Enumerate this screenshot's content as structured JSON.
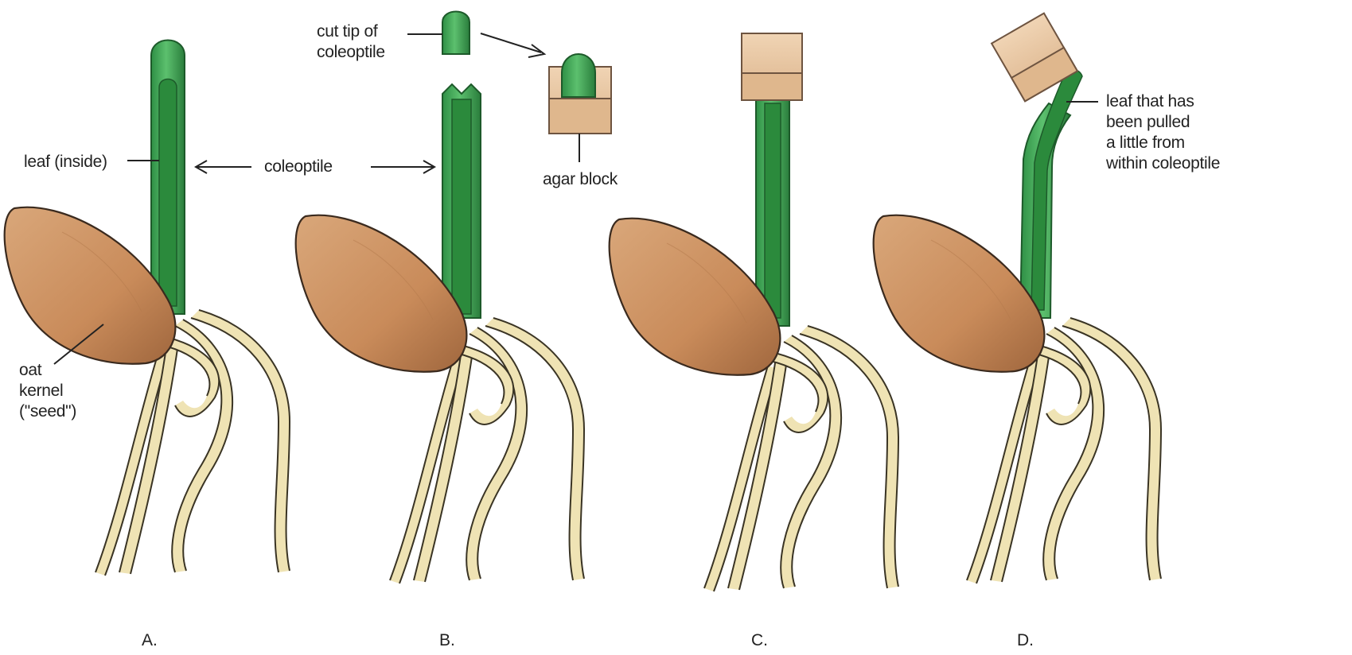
{
  "labels": {
    "leaf_inside": "leaf (inside)",
    "coleoptile": "coleoptile",
    "cut_tip_line1": "cut tip of",
    "cut_tip_line2": "coleoptile",
    "agar_block": "agar block",
    "leaf_pulled_1": "leaf that has",
    "leaf_pulled_2": "been pulled",
    "leaf_pulled_3": "a little from",
    "leaf_pulled_4": "within coleoptile",
    "oat_1": "oat",
    "oat_2": "kernel",
    "oat_3": "(\"seed\")"
  },
  "panels": {
    "a": "A.",
    "b": "B.",
    "c": "C.",
    "d": "D."
  },
  "colors": {
    "coleoptile_green": "#3fa556",
    "kernel_brown": "#c98b5a",
    "root_cream": "#efe3b4",
    "agar_tan": "#e7c4a0"
  }
}
